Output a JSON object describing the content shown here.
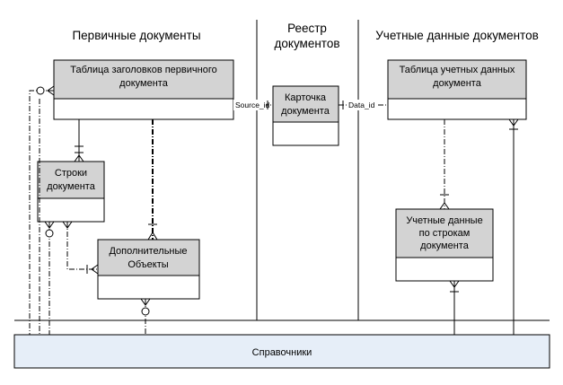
{
  "sections": {
    "primary": "Первичные документы",
    "registry_line1": "Реестр",
    "registry_line2": "документов",
    "accounting": "Учетные данные документов"
  },
  "entities": {
    "header_table": {
      "line1": "Таблица заголовков первичного",
      "line2": "документа"
    },
    "doc_lines": {
      "line1": "Строки",
      "line2": "документа"
    },
    "extra_objects": {
      "line1": "Дополнительные",
      "line2": "Объекты"
    },
    "card": {
      "line1": "Карточка",
      "line2": "документа"
    },
    "acc_table": {
      "line1": "Таблица учетных данных",
      "line2": "документа"
    },
    "acc_lines": {
      "line1": "Учетные данные",
      "line2": "по строкам",
      "line3": "документа"
    }
  },
  "relations": {
    "source_id": "Source_id",
    "data_id": "Data_id"
  },
  "reference": {
    "label": "Справочники",
    "fill": "#e6eef8"
  }
}
